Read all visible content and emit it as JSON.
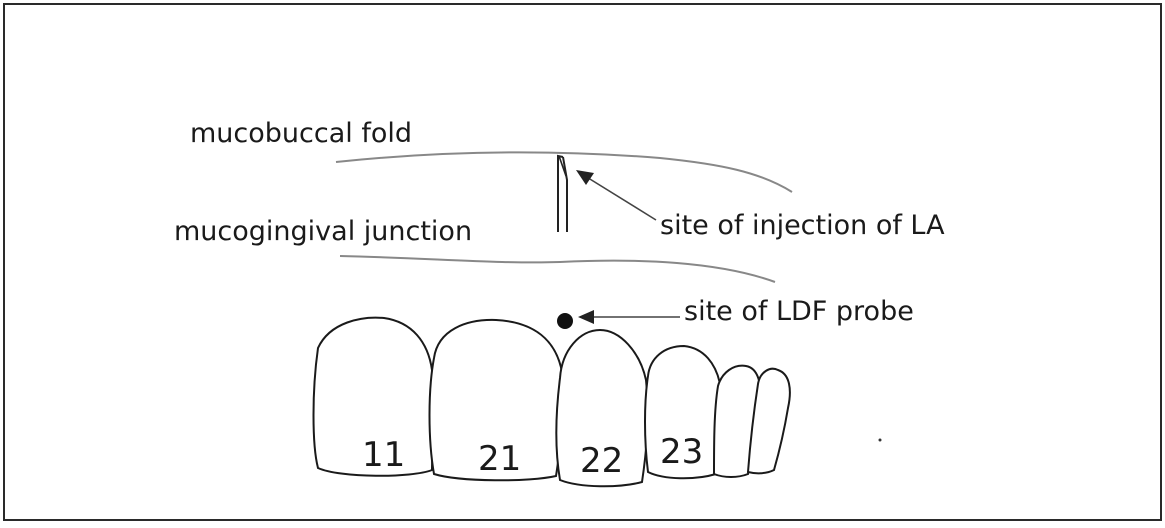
{
  "labels": {
    "mucobuccal_fold": "mucobuccal fold",
    "mucogingival_junction": "mucogingival junction",
    "injection_site": "site of injection of LA",
    "ldf_probe_site": "site of LDF probe"
  },
  "teeth": [
    {
      "number": "11"
    },
    {
      "number": "21"
    },
    {
      "number": "22"
    },
    {
      "number": "23"
    }
  ],
  "colors": {
    "outline": "#1a1a1a",
    "soft_line": "#7a7a7a",
    "probe_dot": "#111111"
  }
}
